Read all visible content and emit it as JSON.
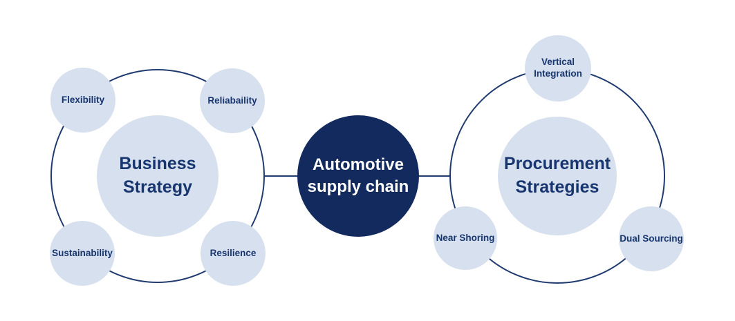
{
  "colors": {
    "navy": "#122a5e",
    "ring": "#1e3a6e",
    "light_blue": "#d7e0ee",
    "label_navy": "#17356e",
    "white_text": "#ffffff"
  },
  "center_node": {
    "label": "Automotive supply chain",
    "line1": "Automotive",
    "line2": "supply chain"
  },
  "left_cluster": {
    "hub": {
      "label": "Business Strategy",
      "line1": "Business",
      "line2": "Strategy"
    },
    "satellites": [
      {
        "label": "Flexibility"
      },
      {
        "label": "Reliabaility"
      },
      {
        "label": "Sustainability"
      },
      {
        "label": "Resilience"
      }
    ]
  },
  "right_cluster": {
    "hub": {
      "label": "Procurement Strategies",
      "line1": "Procurement",
      "line2": "Strategies"
    },
    "satellites": [
      {
        "label": "Vertical Integration",
        "line1": "Vertical",
        "line2": "Integration"
      },
      {
        "label": "Near Shoring"
      },
      {
        "label": "Dual Sourcing"
      }
    ]
  }
}
